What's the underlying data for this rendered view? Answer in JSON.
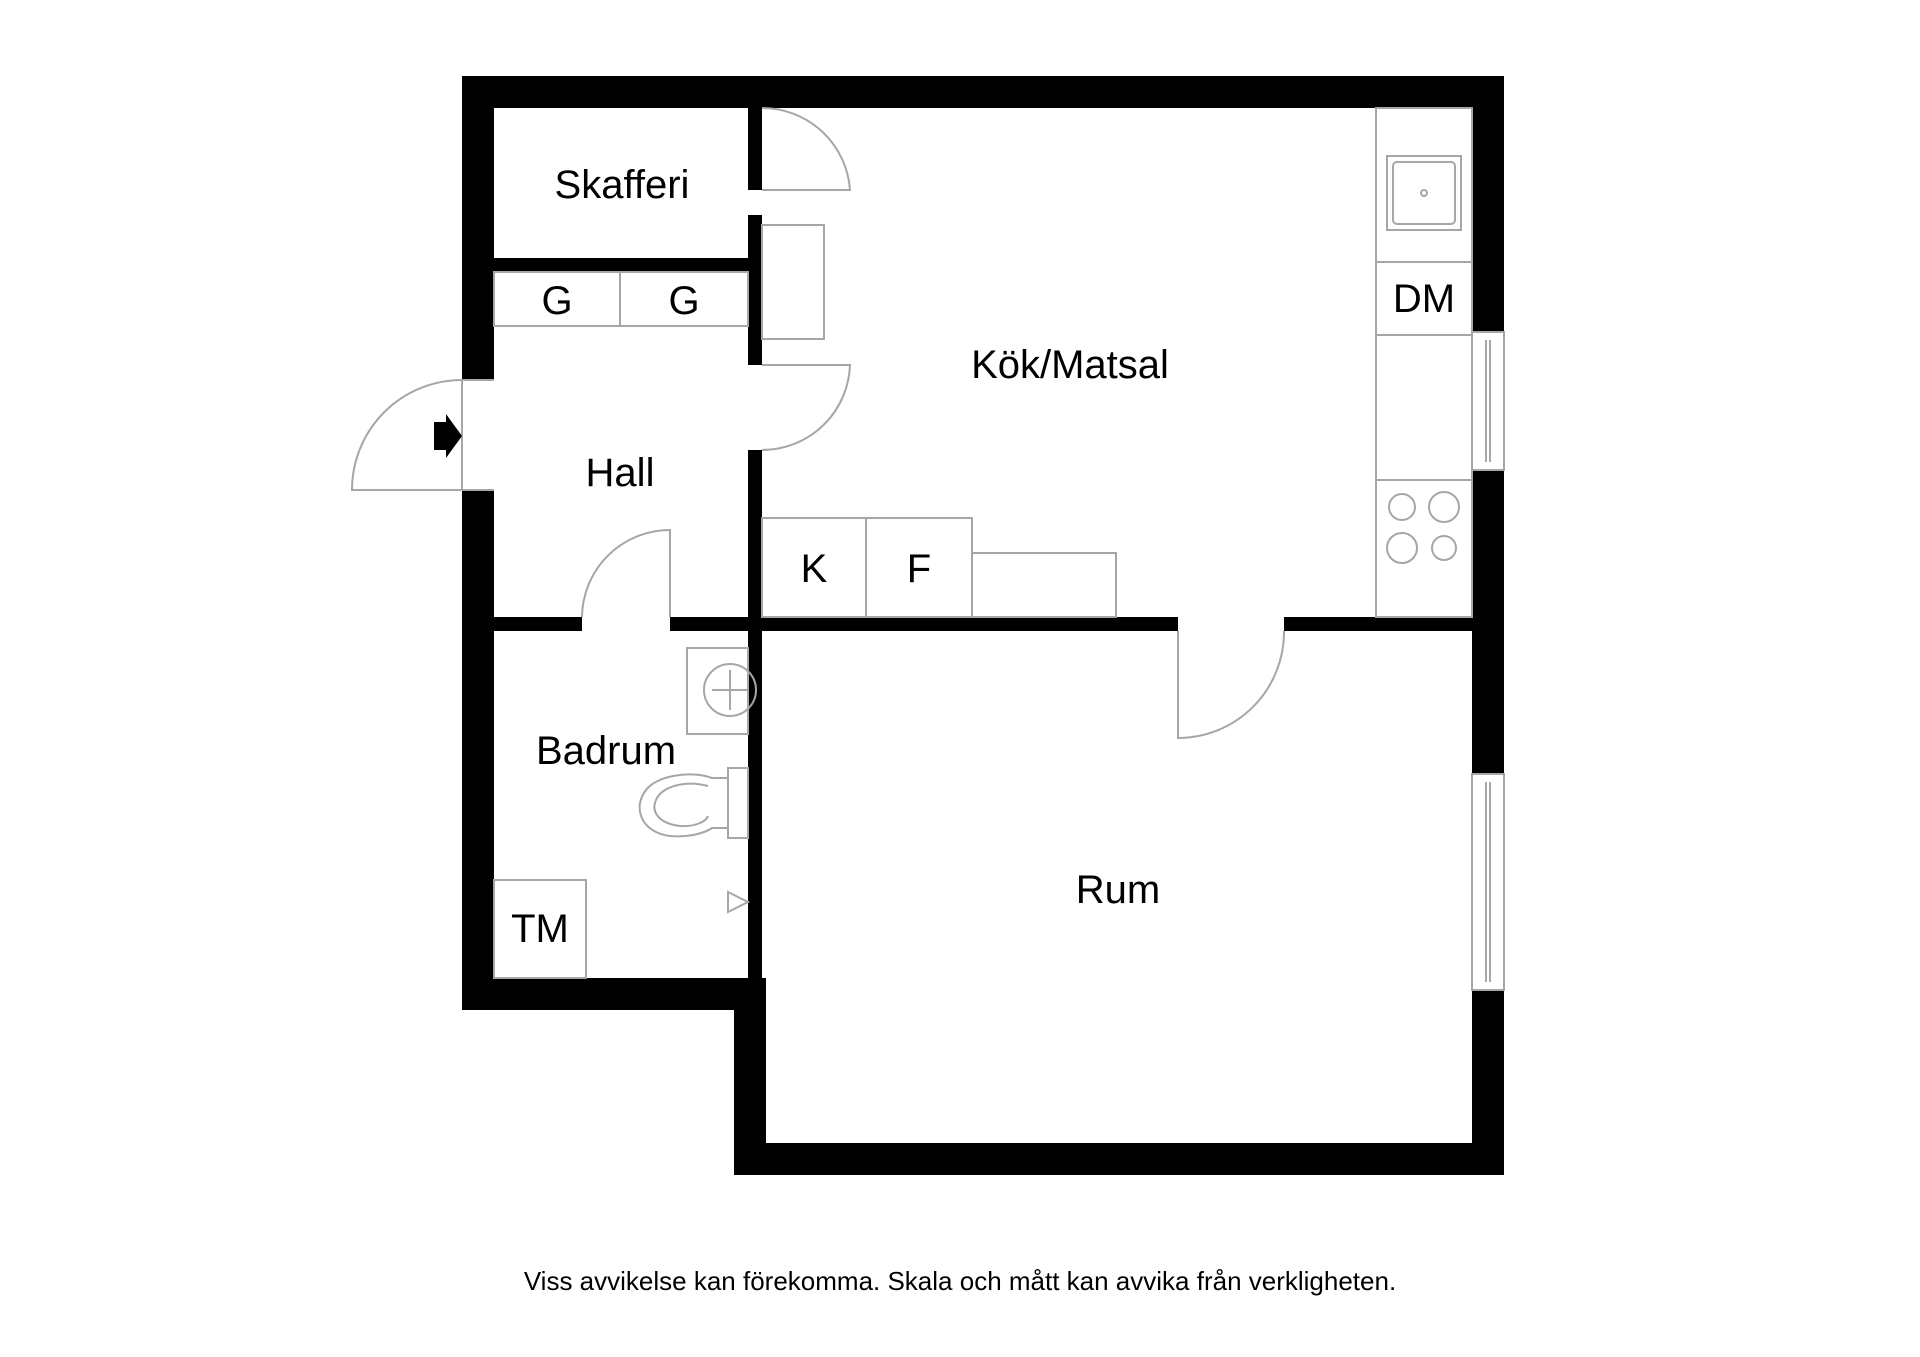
{
  "rooms": {
    "skafferi": "Skafferi",
    "hall": "Hall",
    "kok_matsal": "Kök/Matsal",
    "badrum": "Badrum",
    "rum": "Rum"
  },
  "appliances": {
    "garderob_1": "G",
    "garderob_2": "G",
    "diskmaskin": "DM",
    "kyl": "K",
    "frys": "F",
    "tvattmaskin": "TM"
  },
  "entrance_icon": "entrance-arrow-icon",
  "disclaimer": "Viss avvikelse kan förekomma. Skala och mått kan avvika från verkligheten.",
  "colors": {
    "wall": "#000000",
    "fixture": "#a6a6a6",
    "background": "#ffffff"
  }
}
